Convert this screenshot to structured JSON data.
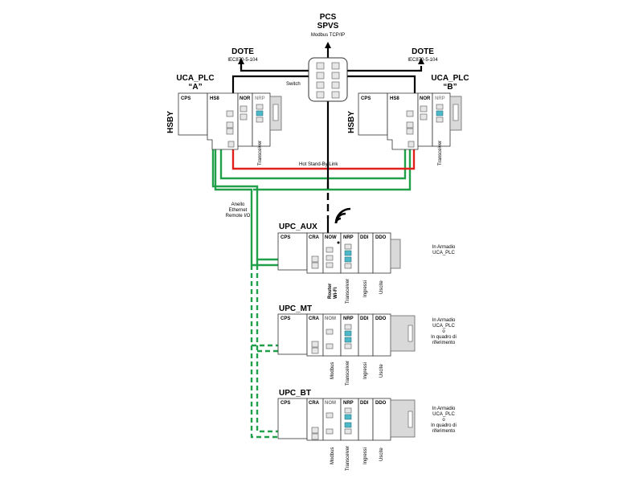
{
  "pcs": {
    "title": "PCS",
    "subtitle": "SPVS",
    "protocol": "Modbus TCP/IP"
  },
  "switch": {
    "label": "Switch"
  },
  "dote_a": {
    "title": "DOTE",
    "protocol": "IEC870-5-104"
  },
  "dote_b": {
    "title": "DOTE",
    "protocol": "IEC870-5-104"
  },
  "uca_a": {
    "title": "UCA_PLC",
    "sub": "“A”",
    "hsby": "HSBY",
    "cps": "CPS",
    "hs": "HS8",
    "nor": "NOR",
    "nrp": "NRP",
    "transceiver": "Transceiver"
  },
  "uca_b": {
    "title": "UCA_PLC",
    "sub": "“B”",
    "hsby": "HSBY",
    "cps": "CPS",
    "hs": "HS8",
    "nor": "NOR",
    "nrp": "NRP",
    "transceiver": "Transceiver"
  },
  "hsby_link": "Hot Stand-By Link",
  "ring": {
    "line1": "Anello",
    "line2": "Ethernet",
    "line3": "Remote I/O"
  },
  "upc_aux": {
    "title": "UPC_AUX",
    "cps": "CPS",
    "cra": "CRA",
    "now": "NOW",
    "nrp": "NRP",
    "ddi": "DDI",
    "ddo": "DDO",
    "router1": "Router",
    "router2": "Wi-Fi",
    "transceiver": "Transceiver",
    "ingressi": "Ingressi",
    "uscite": "Uscite",
    "note1": "In Armadio",
    "note2": "UCA_PLC"
  },
  "upc_mt": {
    "title": "UPC_MT",
    "cps": "CPS",
    "cra": "CRA",
    "nom": "NOM",
    "nrp": "NRP",
    "ddi": "DDI",
    "ddo": "DDO",
    "modbus": "Modbus",
    "transceiver": "Transceiver",
    "ingressi": "Ingressi",
    "uscite": "Uscite",
    "note1": "In Armadio",
    "note2": "UCA_PLC",
    "note3": "o",
    "note4": "In quadro di",
    "note5": "riferimento"
  },
  "upc_bt": {
    "title": "UPC_BT",
    "cps": "CPS",
    "cra": "CRA",
    "nom": "NOM",
    "nrp": "NRP",
    "ddi": "DDI",
    "ddo": "DDO",
    "modbus": "Modbus",
    "transceiver": "Transceiver",
    "ingressi": "Ingressi",
    "uscite": "Uscite",
    "note1": "In Armadio",
    "note2": "UCA_PLC",
    "note3": "o",
    "note4": "In quadro di",
    "note5": "riferimento"
  },
  "colors": {
    "ring": "#21a04a",
    "hsby_link": "#e0201b",
    "network": "#000000",
    "transceiver_port": "#4db8c8"
  }
}
